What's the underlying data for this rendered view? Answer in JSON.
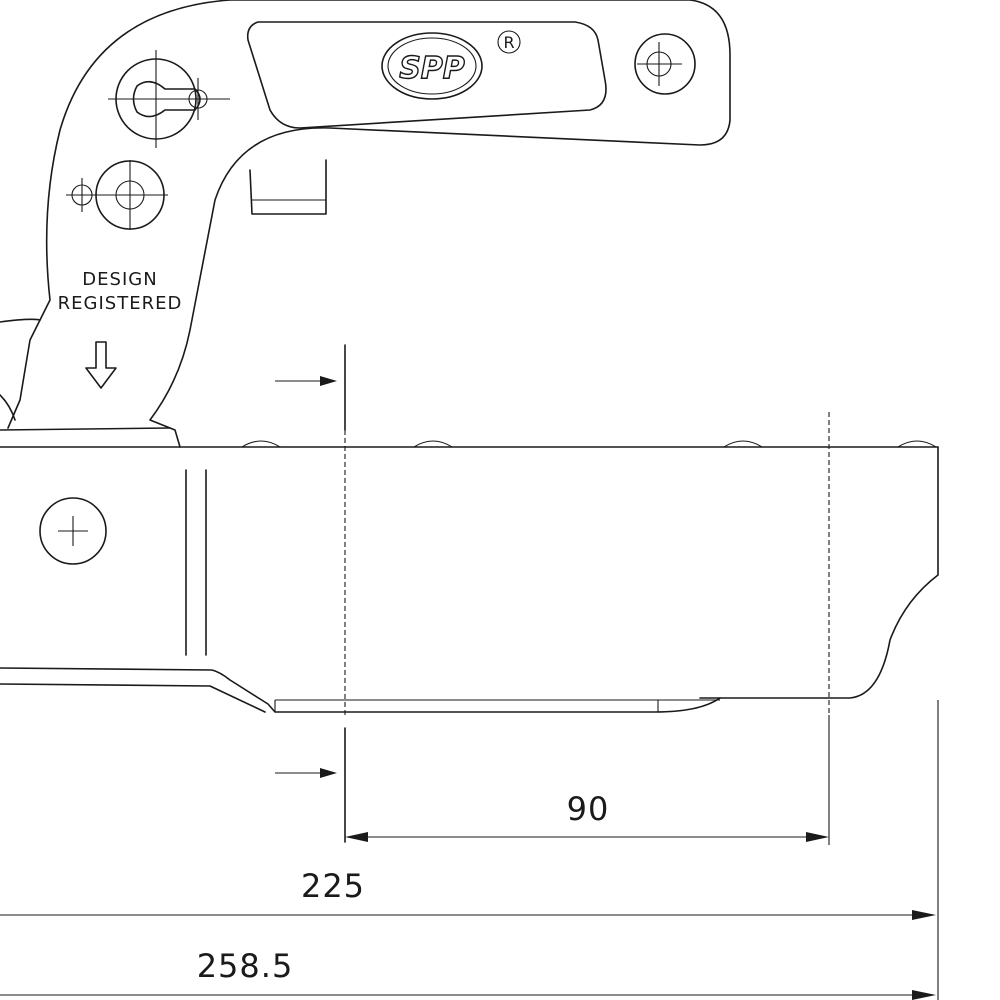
{
  "drawing": {
    "note_line1": "DESIGN",
    "note_line2": "REGISTERED",
    "logo_text": "SPP",
    "registered_mark": "R"
  },
  "dimensions": {
    "inner_width": "90",
    "length_a": "225",
    "length_b": "258.5"
  }
}
